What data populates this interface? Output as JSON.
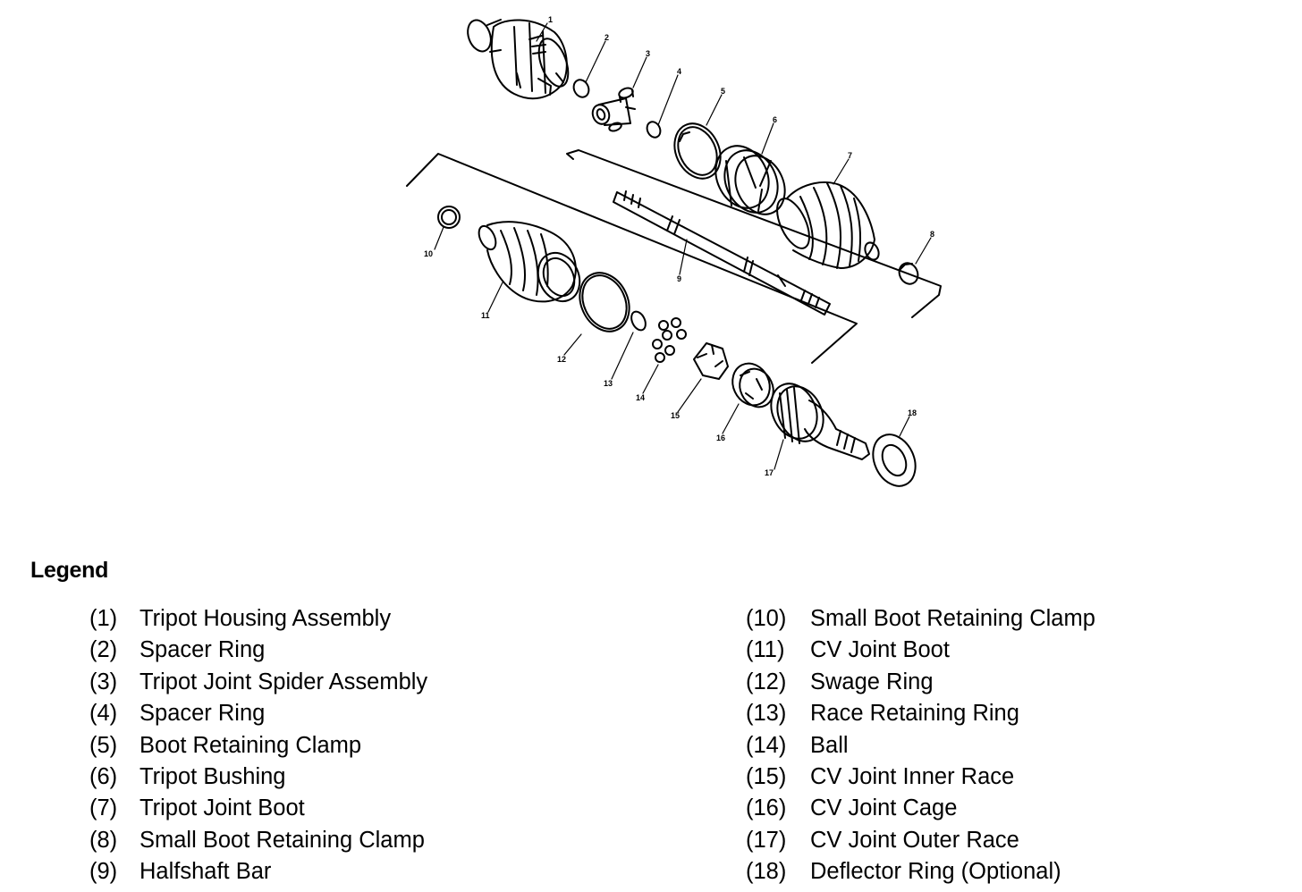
{
  "legend": {
    "title": "Legend",
    "left": [
      {
        "num": "(1)",
        "name": "Tripot Housing Assembly"
      },
      {
        "num": "(2)",
        "name": "Spacer Ring"
      },
      {
        "num": "(3)",
        "name": "Tripot Joint Spider Assembly"
      },
      {
        "num": "(4)",
        "name": "Spacer Ring"
      },
      {
        "num": "(5)",
        "name": "Boot Retaining Clamp"
      },
      {
        "num": "(6)",
        "name": "Tripot Bushing"
      },
      {
        "num": "(7)",
        "name": "Tripot Joint Boot"
      },
      {
        "num": "(8)",
        "name": "Small Boot Retaining Clamp"
      },
      {
        "num": "(9)",
        "name": "Halfshaft Bar"
      }
    ],
    "right": [
      {
        "num": "(10)",
        "name": "Small Boot Retaining Clamp"
      },
      {
        "num": "(11)",
        "name": "CV Joint Boot"
      },
      {
        "num": "(12)",
        "name": "Swage Ring"
      },
      {
        "num": "(13)",
        "name": "Race Retaining Ring"
      },
      {
        "num": "(14)",
        "name": "Ball"
      },
      {
        "num": "(15)",
        "name": "CV Joint Inner Race"
      },
      {
        "num": "(16)",
        "name": "CV Joint Cage"
      },
      {
        "num": "(17)",
        "name": "CV Joint Outer Race"
      },
      {
        "num": "(18)",
        "name": "Deflector Ring (Optional)"
      }
    ]
  },
  "callouts": {
    "c1": "1",
    "c2": "2",
    "c3": "3",
    "c4": "4",
    "c5": "5",
    "c6": "6",
    "c7": "7",
    "c8": "8",
    "c9": "9",
    "c10": "10",
    "c11": "11",
    "c12": "12",
    "c13": "13",
    "c14": "14",
    "c15": "15",
    "c16": "16",
    "c17": "17",
    "c18": "18"
  }
}
